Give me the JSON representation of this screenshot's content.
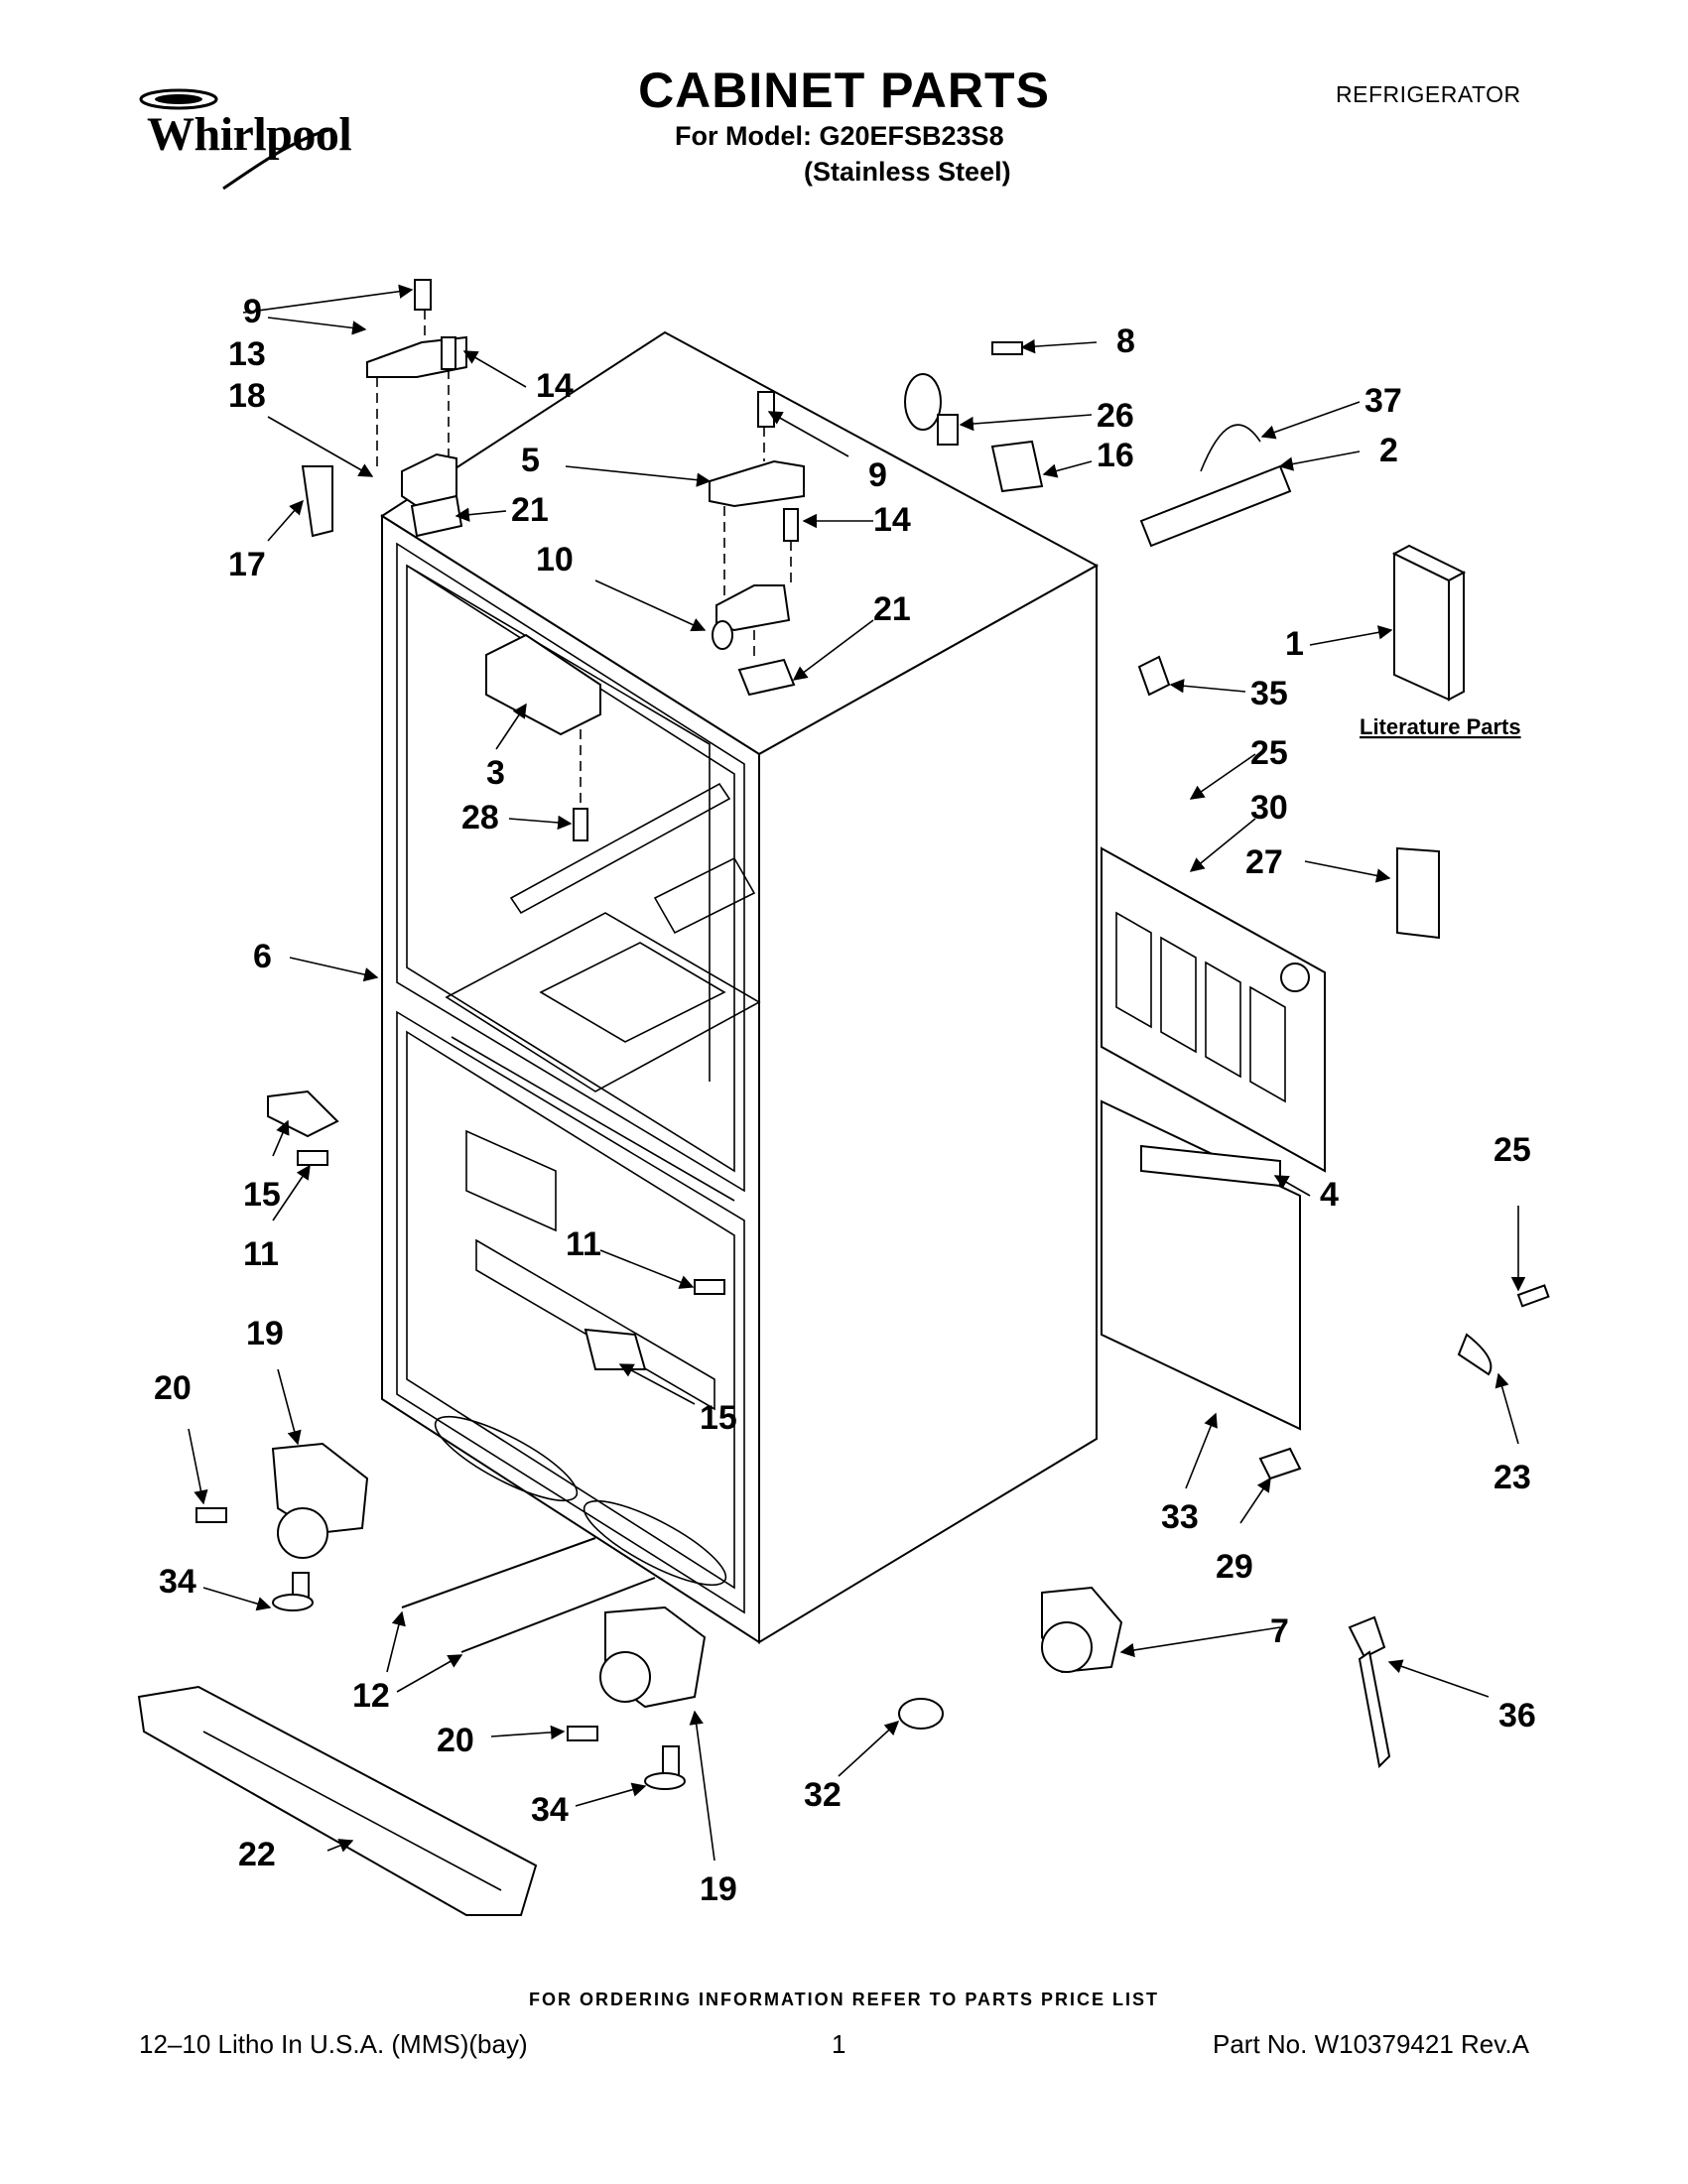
{
  "header": {
    "brand": "Whirlpool",
    "title": "CABINET PARTS",
    "model_line": "For Model: G20EFSB23S8",
    "finish_line": "(Stainless Steel)",
    "category": "REFRIGERATOR"
  },
  "diagram": {
    "literature_label": "Literature Parts",
    "callouts": {
      "c9a": "9",
      "c13": "13",
      "c14a": "14",
      "c18": "18",
      "c21a": "21",
      "c17": "17",
      "c5": "5",
      "c9b": "9",
      "c14b": "14",
      "c10": "10",
      "c21b": "21",
      "c8": "8",
      "c26": "26",
      "c16": "16",
      "c37": "37",
      "c2": "2",
      "c1": "1",
      "c35": "35",
      "c25a": "25",
      "c30": "30",
      "c27": "27",
      "c3": "3",
      "c28": "28",
      "c6": "6",
      "c15a": "15",
      "c11a": "11",
      "c11b": "11",
      "c15b": "15",
      "c4": "4",
      "c25b": "25",
      "c23": "23",
      "c19a": "19",
      "c20a": "20",
      "c34a": "34",
      "c12": "12",
      "c20b": "20",
      "c34b": "34",
      "c22": "22",
      "c19b": "19",
      "c33": "33",
      "c29": "29",
      "c7": "7",
      "c32": "32",
      "c36": "36"
    }
  },
  "footer": {
    "ordering_note": "FOR ORDERING INFORMATION REFER TO PARTS PRICE LIST",
    "litho": "12–10 Litho In U.S.A. (MMS)(bay)",
    "page": "1",
    "part_no": "Part No. W10379421 Rev.A"
  }
}
